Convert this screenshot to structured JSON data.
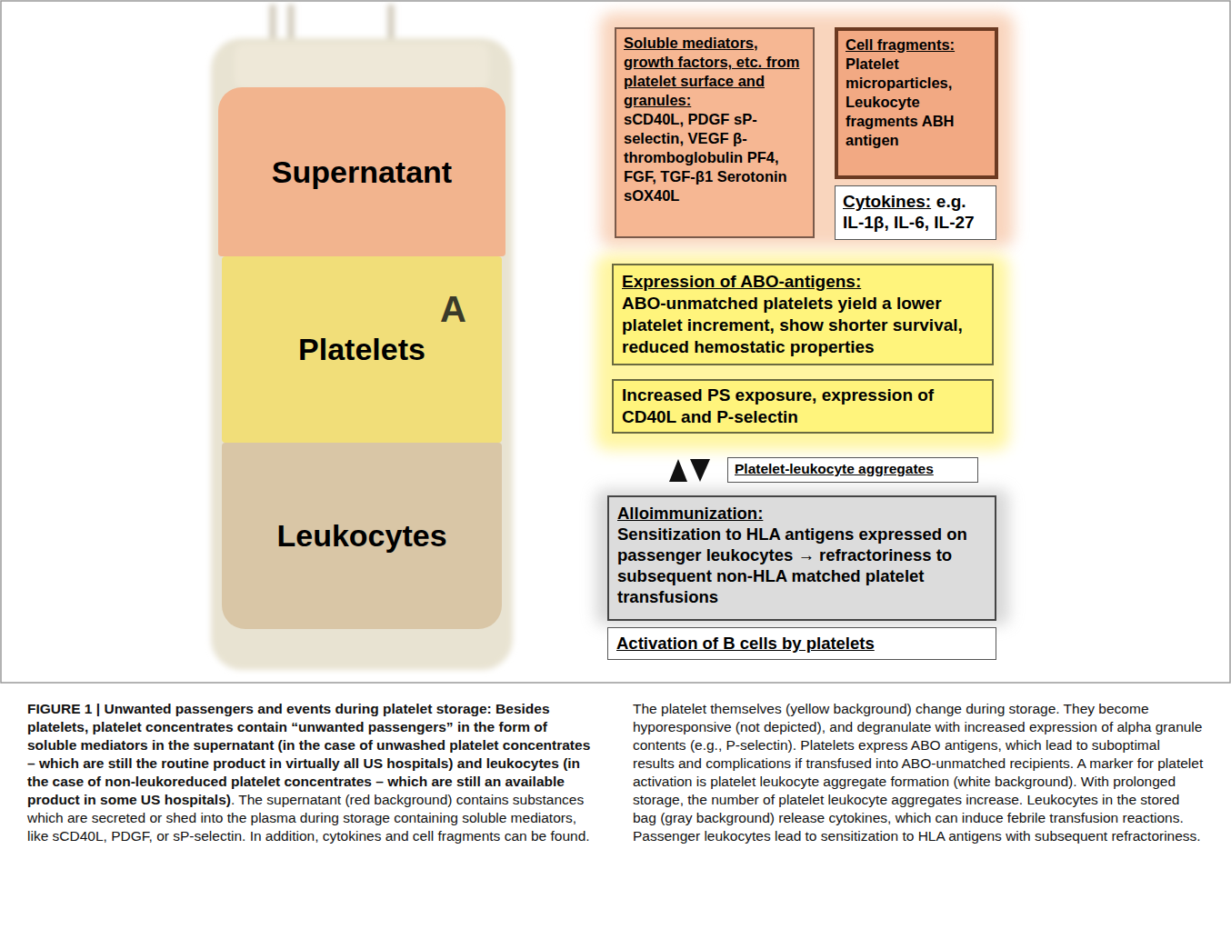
{
  "diagram": {
    "title": "FIGURE 1 | Unwanted passengers and events during platelet storage: Besides platelets, platelet concentrates contain “unwanted passengers” in the form of soluble mediators in the supernatant (in the case of unwashed platelet concentrates – which are still the routine product in virtually all US hospitals) and leukocytes (in the case of non-leukoreduced platelet concentrates – which are still an available product in some US hospitals)",
    "caption": ". The supernatant (red background) contains substances which are secreted or shed into the plasma during storage containing soluble mediators, like sCD40L, PDGF, or sP-selectin. In addition, cytokines and cell fragments can be found. The platelet themselves (yellow background) change during storage. They become hyporesponsive (not depicted), and degranulate with increased expression of alpha granule contents (e.g., P-selectin). Platelets express ABO antigens, which lead to suboptimal results and complications if transfused into ABO-unmatched recipients. A marker for platelet activation is platelet leukocyte aggregate formation (white background). With prolonged storage, the number of platelet leukocyte aggregates increase. Leukocytes in the stored bag (gray background) release cytokines, which can induce febrile transfusion reactions. Passenger leukocytes lead to sensitization to HLA antigens with subsequent refractoriness.",
    "nodes": [
      {
        "text": [
          "Supernatant"
        ]
      },
      {
        "text": [
          "Platelets"
        ]
      },
      {
        "text": [
          "Leukocytes"
        ]
      },
      {
        "text": [
          "Soluble mediators, growth factors, etc. from platelet surface and granules:",
          "sCD40L, PDGF sP-selectin, VEGF β-thromboglobulin PF4, FGF, TGF-β1 Serotonin sOX40L"
        ]
      },
      {
        "text": [
          "Cell fragments:",
          "Platelet microparticles, Leukocyte fragments ABH antigen"
        ]
      },
      {
        "text": [
          "Cytokines:",
          "e.g. IL-1β, IL-6, IL-27"
        ]
      },
      {
        "text": [
          "Expression of ABO-antigens:",
          "ABO-unmatched platelets yield a lower platelet increment, show shorter survival, reduced hemostatic properties"
        ]
      },
      {
        "text": [
          "Increased PS exposure, expression of CD40L and P-selectin"
        ]
      },
      {
        "text": [
          "Platelet-leukocyte aggregates"
        ]
      },
      {
        "text": [
          "Alloimmunization:",
          "Sensitization to HLA antigens expressed on passenger leukocytes → refractoriness to subsequent non-HLA matched platelet transfusions"
        ]
      },
      {
        "text": [
          "Activation of B cells by platelets"
        ]
      }
    ],
    "labels": [
      "A"
    ]
  }
}
